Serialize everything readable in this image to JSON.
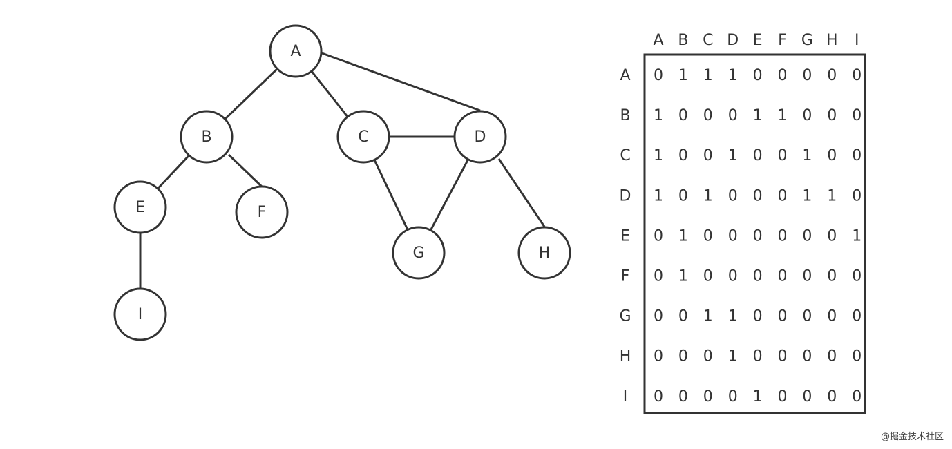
{
  "graph": {
    "nodes": [
      {
        "id": "A",
        "label": "A"
      },
      {
        "id": "B",
        "label": "B"
      },
      {
        "id": "C",
        "label": "C"
      },
      {
        "id": "D",
        "label": "D"
      },
      {
        "id": "E",
        "label": "E"
      },
      {
        "id": "F",
        "label": "F"
      },
      {
        "id": "G",
        "label": "G"
      },
      {
        "id": "H",
        "label": "H"
      },
      {
        "id": "I",
        "label": "I"
      }
    ],
    "edges": [
      [
        "A",
        "B"
      ],
      [
        "A",
        "C"
      ],
      [
        "A",
        "D"
      ],
      [
        "B",
        "E"
      ],
      [
        "B",
        "F"
      ],
      [
        "C",
        "D"
      ],
      [
        "C",
        "G"
      ],
      [
        "D",
        "G"
      ],
      [
        "D",
        "H"
      ],
      [
        "E",
        "I"
      ]
    ]
  },
  "matrix": {
    "col_labels": [
      "A",
      "B",
      "C",
      "D",
      "E",
      "F",
      "G",
      "H",
      "I"
    ],
    "row_labels": [
      "A",
      "B",
      "C",
      "D",
      "E",
      "F",
      "G",
      "H",
      "I"
    ],
    "rows": [
      [
        0,
        1,
        1,
        1,
        0,
        0,
        0,
        0,
        0
      ],
      [
        1,
        0,
        0,
        0,
        1,
        1,
        0,
        0,
        0
      ],
      [
        1,
        0,
        0,
        1,
        0,
        0,
        1,
        0,
        0
      ],
      [
        1,
        0,
        1,
        0,
        0,
        0,
        1,
        1,
        0
      ],
      [
        0,
        1,
        0,
        0,
        0,
        0,
        0,
        0,
        1
      ],
      [
        0,
        1,
        0,
        0,
        0,
        0,
        0,
        0,
        0
      ],
      [
        0,
        0,
        1,
        1,
        0,
        0,
        0,
        0,
        0
      ],
      [
        0,
        0,
        0,
        1,
        0,
        0,
        0,
        0,
        0
      ],
      [
        0,
        0,
        0,
        0,
        1,
        0,
        0,
        0,
        0
      ]
    ]
  },
  "watermark": "@掘金技术社区"
}
